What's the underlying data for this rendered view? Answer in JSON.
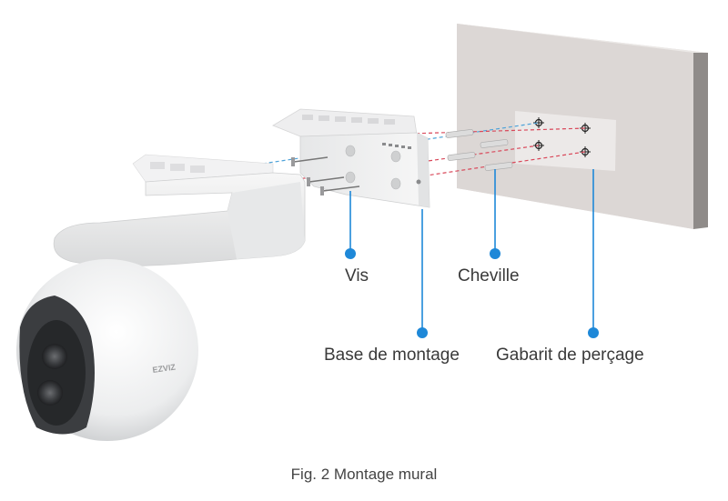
{
  "callouts": {
    "vis": "Vis",
    "cheville": "Cheville",
    "base": "Base de montage",
    "gabarit": "Gabarit de perçage"
  },
  "caption": "Fig. 2 Montage mural",
  "brand_logo_text": "EZVIZ",
  "colors": {
    "callout": "#1E88D8",
    "guide_blue": "#4FA3D9",
    "guide_red": "#D9485A",
    "wall": "#DCD7D5"
  },
  "icons": {
    "drill_mark": "crosshair-icon"
  }
}
